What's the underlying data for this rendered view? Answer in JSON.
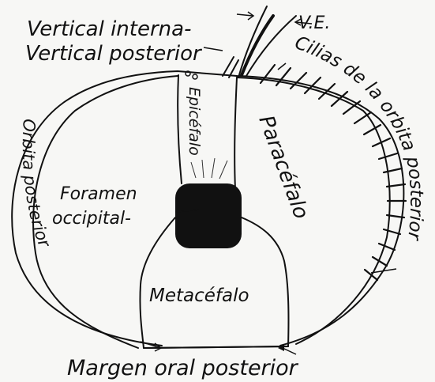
{
  "labels": {
    "vertical_interna": "Vertical interna-",
    "ve": "V.E.",
    "vertical_posterior": "Vertical posterior",
    "cilias": "Cilias de la orbita posterior",
    "orbita_posterior": "Orbita posterior",
    "epicefalo": "Epicéfalo",
    "paracefalo": "Paracéfalo",
    "foramen": "Foramen",
    "occipital": "occipital-",
    "metacefalo": "Metacéfalo",
    "margen": "Margen oral posterior"
  },
  "colors": {
    "ink": "#111111",
    "paper": "#f7f7f5"
  }
}
